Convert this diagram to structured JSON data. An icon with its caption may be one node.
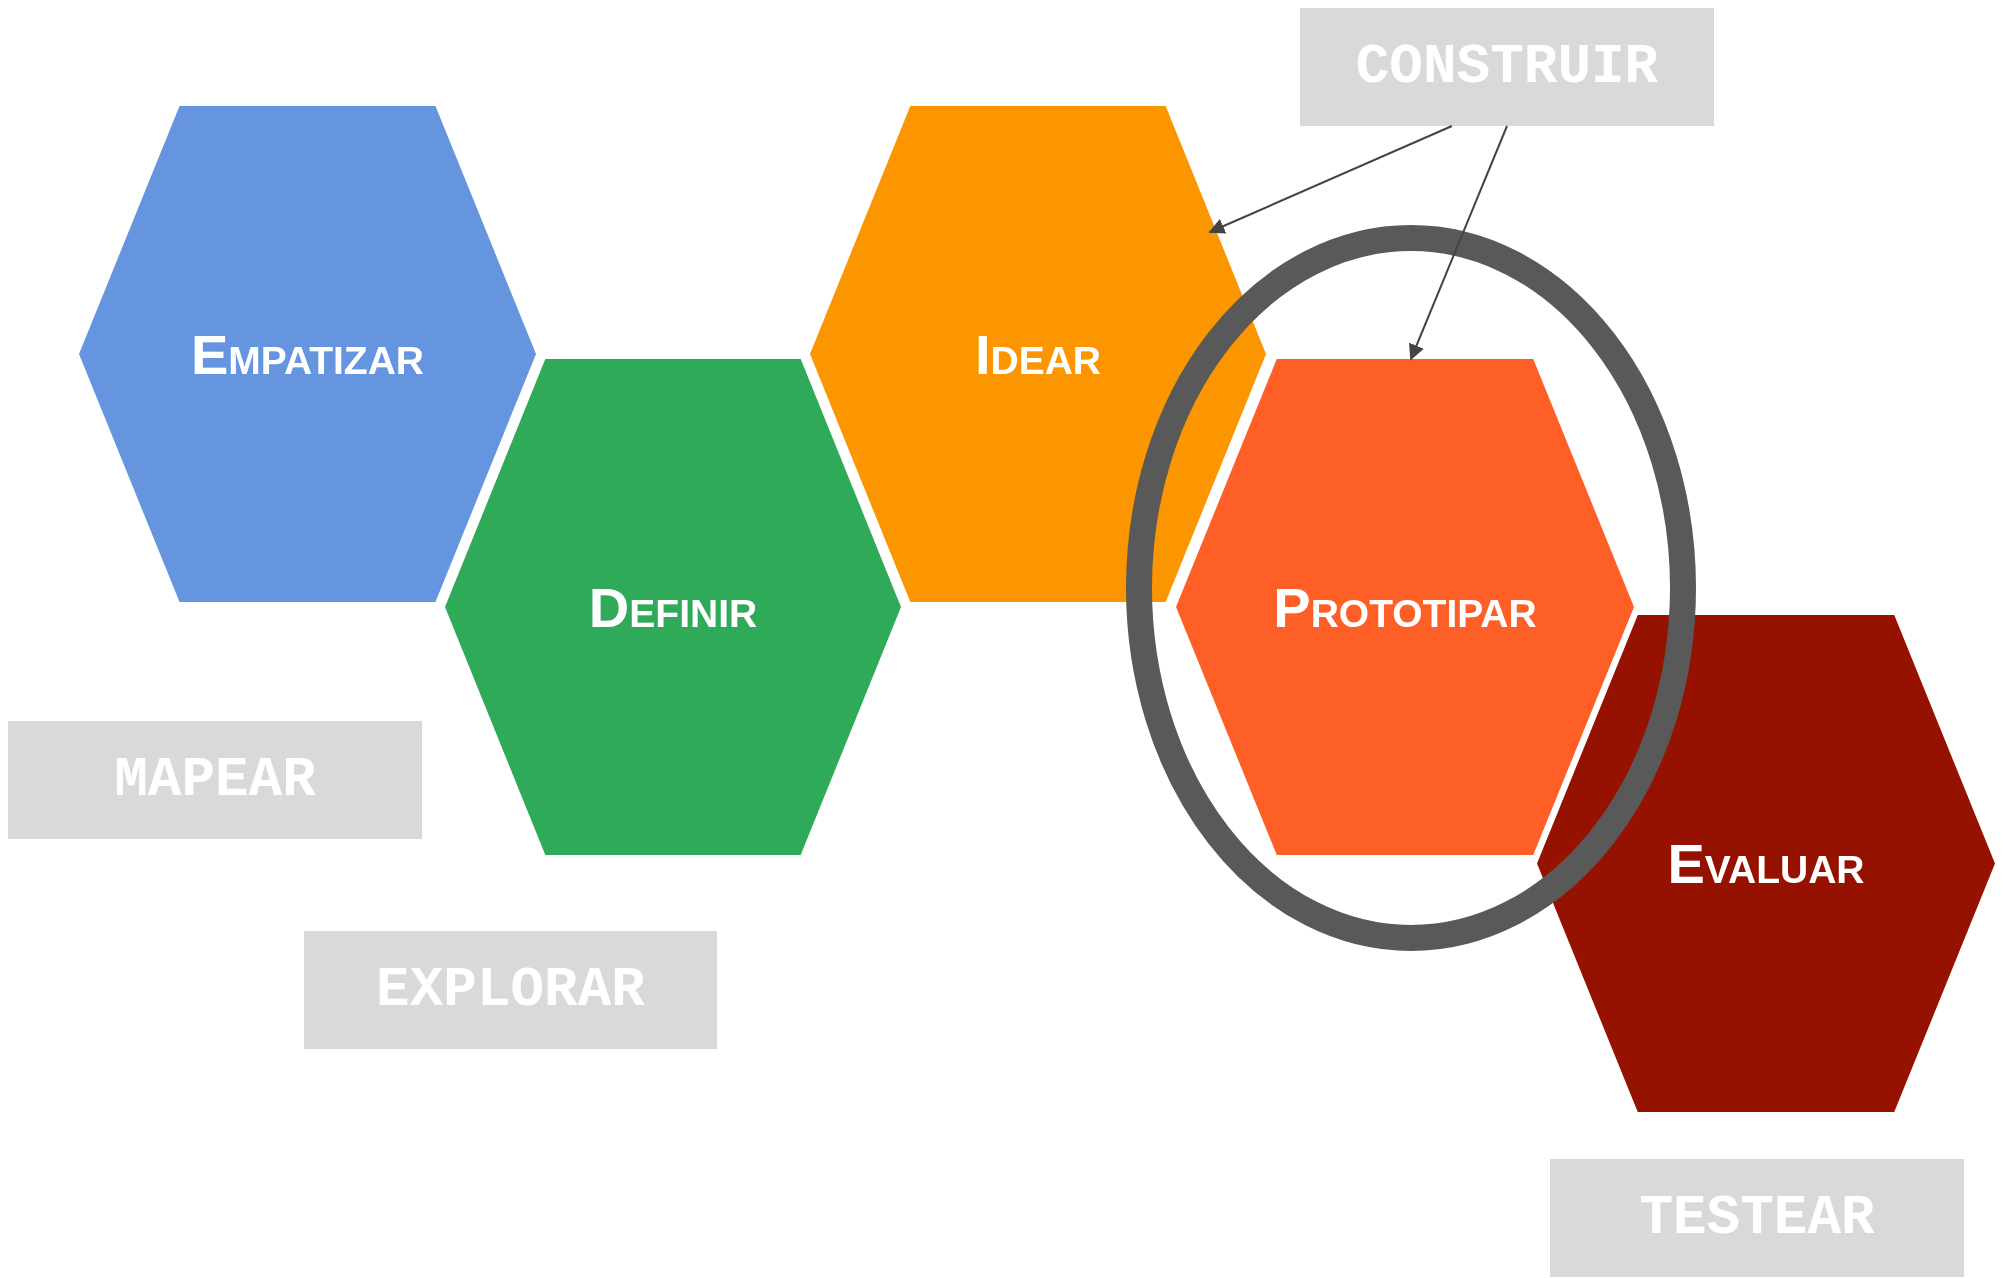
{
  "diagram": {
    "nodes": [
      {
        "text": [
          "Empatizar"
        ]
      },
      {
        "text": [
          "Definir"
        ]
      },
      {
        "text": [
          "Idear"
        ]
      },
      {
        "text": [
          "Prototipar"
        ]
      },
      {
        "text": [
          "Evaluar"
        ]
      },
      {
        "text": [
          "CONSTRUIR"
        ]
      },
      {
        "text": [
          "MAPEAR"
        ]
      },
      {
        "text": [
          "EXPLORAR"
        ]
      },
      {
        "text": [
          "TESTEAR"
        ]
      }
    ],
    "edges": [
      {
        "from": 5,
        "to": 2,
        "arrow": "to"
      },
      {
        "from": 5,
        "to": 3,
        "arrow": "to"
      }
    ]
  }
}
